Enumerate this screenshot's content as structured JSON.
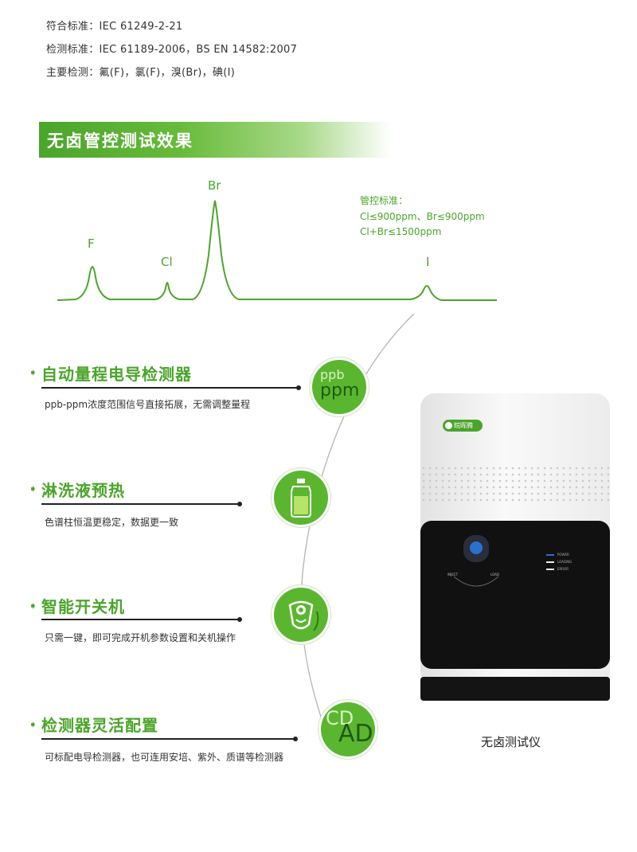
{
  "standards": {
    "line1": "符合标准：IEC 61249-2-21",
    "line2": "检测标准：IEC 61189-2006，BS EN 14582:2007",
    "line3": "主要检测：氟(F)，氯(F)，溴(Br)，碘(I)"
  },
  "banner": {
    "title": "无卤管控测试效果"
  },
  "chromatogram": {
    "peaks": [
      "F",
      "Cl",
      "Br",
      "I"
    ],
    "spec_title": "管控标准：",
    "spec_line1": "Cl≤900ppm、Br≤900ppm",
    "spec_line2": "Cl+Br≤1500ppm"
  },
  "features": [
    {
      "title": "自动量程电导检测器",
      "desc": "ppb-ppm浓度范围信号直接拓展，无需调整量程",
      "icon": "ppb-ppm-icon",
      "icon_top": "ppb",
      "icon_bottom": "ppm"
    },
    {
      "title": "淋洗液预热",
      "desc": "色谱柱恒温更稳定，数据更一致",
      "icon": "bottle-icon"
    },
    {
      "title": "智能开关机",
      "desc": "只需一键，即可完成开机参数设置和关机操作",
      "icon": "power-icon"
    },
    {
      "title": "检测器灵活配置",
      "desc": "可标配电导检测器，也可连用安培、紫外、质谱等检测器",
      "icon": "cd-ad-icon",
      "icon_top": "CD",
      "icon_bottom": "AD"
    }
  ],
  "device": {
    "brand": "皖晖腾",
    "caption": "无卤测试仪",
    "inject_label": "INJECT",
    "load_label": "LOAD",
    "status": [
      "POWER",
      "LOADING",
      "ERROR"
    ]
  },
  "colors": {
    "accent": "#4aa52a",
    "icon_bg": "#5bb62f",
    "device_panel": "#111111"
  }
}
